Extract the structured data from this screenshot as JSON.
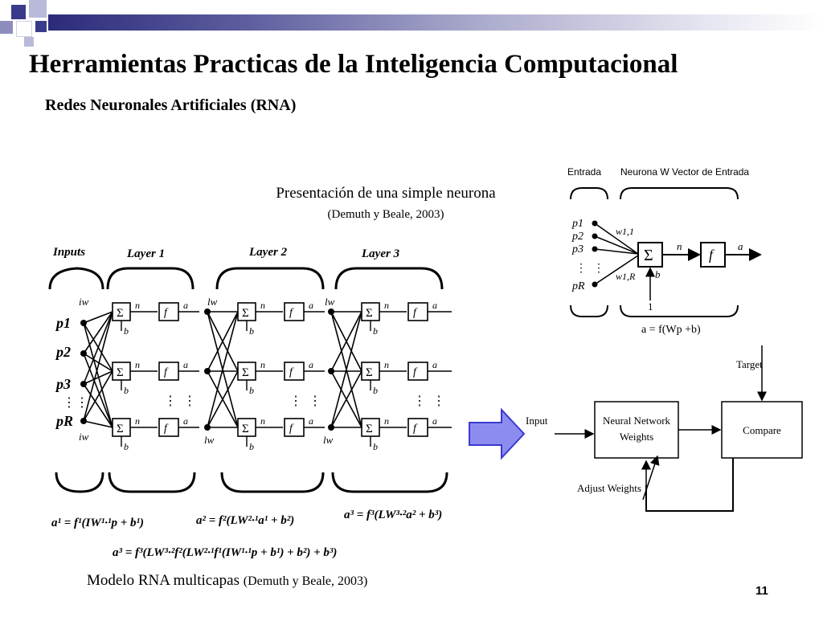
{
  "slide": {
    "title": "Herramientas Practicas de la Inteligencia Computacional",
    "subtitle": "Redes Neuronales Artificiales (RNA)",
    "page_number": "11"
  },
  "simple_neuron": {
    "title": "Presentación de una simple neurona",
    "citation": "(Demuth y Beale, 2003)",
    "label_entrada": "Entrada",
    "label_neurona": "Neurona W Vector de Entrada",
    "inputs": [
      "p1",
      "p2",
      "p3",
      "pR"
    ],
    "w_top": "w1,1",
    "w_bottom": "w1,R",
    "sum_symbol": "Σ",
    "n_label": "n",
    "f_label": "f",
    "a_label": "a",
    "b_label": "b",
    "one_label": "1",
    "equation": "a = f(Wp +b)"
  },
  "multilayer": {
    "header_inputs": "Inputs",
    "header_layer1": "Layer 1",
    "header_layer2": "Layer 2",
    "header_layer3": "Layer 3",
    "inputs": [
      "p1",
      "p2",
      "p3",
      "pR"
    ],
    "eq1": "a¹ = f¹(IW¹·¹p + b¹)",
    "eq2": "a² = f²(LW²·¹a¹ + b²)",
    "eq3": "a³ = f³(LW³·²a² + b³)",
    "eq_full": "a³ = f³(LW³·²f²(LW²·¹f¹(IW¹·¹p + b¹) + b²) + b³)",
    "caption": "Modelo RNA multicapas",
    "caption_cite": "(Demuth y Beale, 2003)"
  },
  "training_loop": {
    "input_label": "Input",
    "nn_label_line1": "Neural Network",
    "nn_label_line2": "Weights",
    "compare_label": "Compare",
    "target_label": "Target",
    "adjust_label": "Adjust Weights"
  },
  "colors": {
    "arrow_fill": "#8c8cf0",
    "arrow_stroke": "#3a3ad0",
    "topbar_dark": "#2b2b7a"
  }
}
